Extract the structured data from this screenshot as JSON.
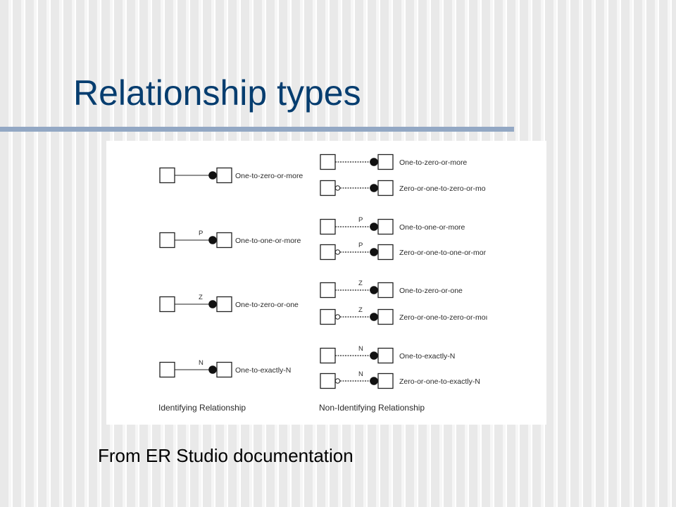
{
  "slide": {
    "title": "Relationship types",
    "caption": "From ER Studio documentation"
  },
  "diagram": {
    "identifying": {
      "heading": "Identifying Relationship",
      "rows": [
        {
          "label": "One-to-zero-or-more",
          "tag": ""
        },
        {
          "label": "One-to-one-or-more",
          "tag": "P"
        },
        {
          "label": "One-to-zero-or-one",
          "tag": "Z"
        },
        {
          "label": "One-to-exactly-N",
          "tag": "N"
        }
      ]
    },
    "non_identifying": {
      "heading": "Non-Identifying Relationship",
      "rows": [
        {
          "label": "One-to-zero-or-more",
          "tag": "",
          "optional": false
        },
        {
          "label": "Zero-or-one-to-zero-or-mo",
          "tag": "",
          "optional": true
        },
        {
          "label": "One-to-one-or-more",
          "tag": "P",
          "optional": false
        },
        {
          "label": "Zero-or-one-to-one-or-mor",
          "tag": "P",
          "optional": true
        },
        {
          "label": "One-to-zero-or-one",
          "tag": "Z",
          "optional": false
        },
        {
          "label": "Zero-or-one-to-zero-or-moı",
          "tag": "Z",
          "optional": true
        },
        {
          "label": "One-to-exactly-N",
          "tag": "N",
          "optional": false
        },
        {
          "label": "Zero-or-one-to-exactly-N",
          "tag": "N",
          "optional": true
        }
      ]
    }
  }
}
